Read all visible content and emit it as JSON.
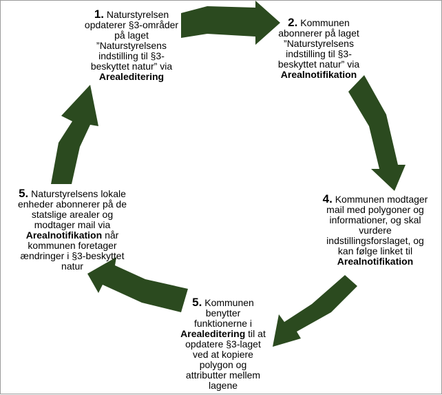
{
  "colors": {
    "arrow": "#2b4a1f",
    "text": "#000000",
    "background": "#ffffff",
    "border": "#9a9a9a"
  },
  "steps": [
    {
      "num": "1.",
      "lines": [
        [
          "Naturstyrelsen"
        ],
        [
          "opdaterer §3-områder"
        ],
        [
          "på laget"
        ],
        [
          "”Naturstyrelsens"
        ],
        [
          "indstilling til §3-"
        ],
        [
          "beskyttet natur” via"
        ],
        []
      ],
      "bold": "Arealeditering"
    },
    {
      "num": "2.",
      "lines": [
        [
          "Kommunen"
        ],
        [
          "abonnerer på laget"
        ],
        [
          "”Naturstyrelsens"
        ],
        [
          "indstilling til §3-"
        ],
        [
          "beskyttet natur” via"
        ]
      ],
      "bold": "Arealnotifikation"
    },
    {
      "num": "4.",
      "lines": [
        [
          "Kommunen modtager"
        ],
        [
          "mail med polygoner og"
        ],
        [
          "informationer, og skal"
        ],
        [
          "vurdere"
        ],
        [
          "indstillingsforslaget, og"
        ],
        [
          "kan følge linket til"
        ]
      ],
      "bold": "Arealnotifikation"
    },
    {
      "num": "5.",
      "lines": [
        [
          "Kommunen"
        ],
        [
          "benytter"
        ],
        [
          "funktionerne i"
        ]
      ],
      "bold": "Arealeditering",
      "after": [
        "til at",
        "opdatere §3-laget",
        "ved at kopiere",
        "polygon og",
        "attributter mellem",
        "lagene"
      ]
    },
    {
      "num": "5.",
      "lines": [
        [
          "Naturstyrelsens lokale"
        ],
        [
          "enheder abonnerer på de"
        ],
        [
          "statslige arealer og"
        ],
        [
          "modtager mail via"
        ]
      ],
      "bold": "Arealnotifikation",
      "after": [
        "når",
        "kommunen foretager",
        "ændringer i §3-beskyttet",
        "natur"
      ]
    }
  ]
}
